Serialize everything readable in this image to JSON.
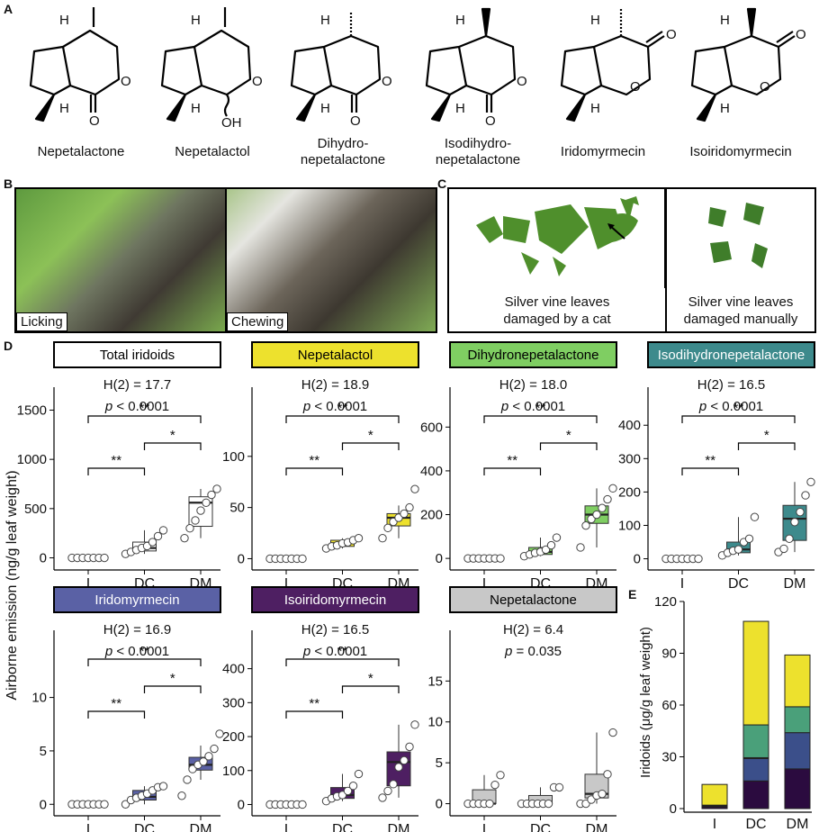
{
  "panel_labels": {
    "a": "A",
    "b": "B",
    "c": "C",
    "d": "D",
    "e": "E"
  },
  "compounds": [
    {
      "name": "Nepetalactone"
    },
    {
      "name": "Nepetalactol"
    },
    {
      "name": "Dihydro-\nnepetalactone"
    },
    {
      "name": "Isodihydro-\nnepetalactone"
    },
    {
      "name": "Iridomyrmecin"
    },
    {
      "name": "Isoiridomyrmecin"
    }
  ],
  "struct_labels": {
    "h": "H",
    "o": "O",
    "oh": "OH"
  },
  "photos_b": {
    "left": "Licking",
    "right": "Chewing"
  },
  "photos_c": {
    "left": "Silver vine leaves\ndamaged by a cat",
    "right": "Silver vine leaves\ndamaged manually"
  },
  "colors": {
    "total": "#ffffff",
    "nepetalactol": "#ede12d",
    "dihydro": "#7fce62",
    "isodihydro": "#3d8a8c",
    "iridomyrmecin": "#5a61a5",
    "isoiridomyrmecin": "#4e1f62",
    "nepetalactone": "#c8c8c8"
  },
  "ylabel_d": "Airborne emission (ng/g leaf weight)",
  "categories": [
    "I",
    "DC",
    "DM"
  ],
  "chart_data": [
    {
      "type": "box",
      "title": "Total iridoids",
      "header_fill": "#ffffff",
      "header_text": "#000000",
      "stat": "H(2) = 17.7",
      "p": "< 0.0001",
      "sig": [
        "**",
        "*",
        "**"
      ],
      "ylim": [
        -50,
        1550
      ],
      "yticks": [
        0,
        500,
        1000,
        1500
      ],
      "boxes": [
        {
          "q1": 0,
          "med": 0,
          "q3": 0,
          "lo": 0,
          "hi": 0
        },
        {
          "q1": 70,
          "med": 100,
          "q3": 160,
          "lo": 40,
          "hi": 280
        },
        {
          "q1": 320,
          "med": 560,
          "q3": 620,
          "lo": 200,
          "hi": 700
        }
      ],
      "points": [
        [
          0,
          0,
          0,
          0,
          0,
          0,
          0
        ],
        [
          40,
          60,
          80,
          100,
          120,
          160,
          220,
          280
        ],
        [
          200,
          300,
          380,
          480,
          560,
          640,
          700
        ]
      ],
      "fill": "#ffffff"
    },
    {
      "type": "box",
      "title": "Nepetalactol",
      "header_fill": "#ede12d",
      "header_text": "#000000",
      "stat": "H(2) = 18.9",
      "p": "< 0.0001",
      "sig": [
        "**",
        "*",
        "**"
      ],
      "ylim": [
        -4,
        150
      ],
      "yticks": [
        0,
        50,
        100
      ],
      "boxes": [
        {
          "q1": 0,
          "med": 0,
          "q3": 0,
          "lo": 0,
          "hi": 0
        },
        {
          "q1": 12,
          "med": 15,
          "q3": 18,
          "lo": 10,
          "hi": 20
        },
        {
          "q1": 32,
          "med": 40,
          "q3": 44,
          "lo": 20,
          "hi": 52
        }
      ],
      "points": [
        [
          0,
          0,
          0,
          0,
          0,
          0,
          0
        ],
        [
          10,
          12,
          13,
          15,
          16,
          18,
          20
        ],
        [
          20,
          30,
          36,
          40,
          44,
          50,
          68
        ]
      ],
      "fill": "#ede12d"
    },
    {
      "type": "box",
      "title": "Dihydronepetalactone",
      "header_fill": "#7fce62",
      "header_text": "#000000",
      "stat": "H(2) = 18.0",
      "p": "< 0.0001",
      "sig": [
        "**",
        "*",
        "**"
      ],
      "ylim": [
        -20,
        700
      ],
      "yticks": [
        0,
        200,
        400,
        600
      ],
      "boxes": [
        {
          "q1": 0,
          "med": 0,
          "q3": 0,
          "lo": 0,
          "hi": 0
        },
        {
          "q1": 18,
          "med": 30,
          "q3": 50,
          "lo": 10,
          "hi": 95
        },
        {
          "q1": 160,
          "med": 200,
          "q3": 240,
          "lo": 50,
          "hi": 320
        }
      ],
      "points": [
        [
          0,
          0,
          0,
          0,
          0,
          0,
          0
        ],
        [
          10,
          18,
          25,
          30,
          40,
          60,
          95
        ],
        [
          50,
          150,
          180,
          200,
          230,
          270,
          320
        ]
      ],
      "fill": "#7fce62"
    },
    {
      "type": "box",
      "title": "Isodihydronepetalactone",
      "header_fill": "#3d8a8c",
      "header_text": "#ffffff",
      "stat": "H(2) = 16.5",
      "p": "< 0.0001",
      "sig": [
        "**",
        "*",
        "**"
      ],
      "ylim": [
        -12,
        460
      ],
      "yticks": [
        0,
        100,
        200,
        300,
        400
      ],
      "boxes": [
        {
          "q1": 0,
          "med": 0,
          "q3": 0,
          "lo": 0,
          "hi": 0
        },
        {
          "q1": 18,
          "med": 28,
          "q3": 50,
          "lo": 10,
          "hi": 125
        },
        {
          "q1": 55,
          "med": 120,
          "q3": 160,
          "lo": 20,
          "hi": 230
        }
      ],
      "points": [
        [
          0,
          0,
          0,
          0,
          0,
          0,
          0
        ],
        [
          10,
          18,
          24,
          28,
          50,
          60,
          125
        ],
        [
          20,
          30,
          60,
          110,
          140,
          190,
          230
        ]
      ],
      "fill": "#3d8a8c"
    },
    {
      "type": "box",
      "title": "Iridomyrmecin",
      "header_fill": "#5a61a5",
      "header_text": "#ffffff",
      "stat": "H(2) = 16.9",
      "p": "< 0.0001",
      "sig": [
        "**",
        "*",
        "**"
      ],
      "ylim": [
        -0.4,
        14.6
      ],
      "yticks": [
        0,
        5,
        10
      ],
      "boxes": [
        {
          "q1": 0,
          "med": 0,
          "q3": 0,
          "lo": 0,
          "hi": 0
        },
        {
          "q1": 0.4,
          "med": 0.7,
          "q3": 1.3,
          "lo": 0,
          "hi": 1.7
        },
        {
          "q1": 3.2,
          "med": 3.7,
          "q3": 4.4,
          "lo": 2.3,
          "hi": 5.5
        }
      ],
      "points": [
        [
          0,
          0,
          0,
          0,
          0,
          0,
          0
        ],
        [
          0,
          0.4,
          0.6,
          0.8,
          1.0,
          1.3,
          1.6,
          1.7
        ],
        [
          0.8,
          2.3,
          3.3,
          3.7,
          4.0,
          4.5,
          5.2,
          6.6
        ]
      ],
      "fill": "#5a61a5"
    },
    {
      "type": "box",
      "title": "Isoiridomyrmecin",
      "header_fill": "#4e1f62",
      "header_text": "#ffffff",
      "stat": "H(2) = 16.5",
      "p": "< 0.0001",
      "sig": [
        "**",
        "*",
        "**"
      ],
      "ylim": [
        -12,
        460
      ],
      "yticks": [
        0,
        100,
        200,
        300,
        400
      ],
      "boxes": [
        {
          "q1": 0,
          "med": 0,
          "q3": 0,
          "lo": 0,
          "hi": 0
        },
        {
          "q1": 18,
          "med": 28,
          "q3": 50,
          "lo": 10,
          "hi": 90
        },
        {
          "q1": 55,
          "med": 125,
          "q3": 155,
          "lo": 20,
          "hi": 235
        }
      ],
      "points": [
        [
          0,
          0,
          0,
          0,
          0,
          0,
          0
        ],
        [
          10,
          18,
          24,
          28,
          40,
          55,
          90
        ],
        [
          20,
          40,
          60,
          110,
          130,
          170,
          235
        ]
      ],
      "fill": "#4e1f62"
    },
    {
      "type": "box",
      "title": "Nepetalactone",
      "header_fill": "#c8c8c8",
      "header_text": "#000000",
      "stat": "H(2) = 6.4",
      "p": "= 0.035",
      "sig": [],
      "ylim": [
        -0.6,
        19
      ],
      "yticks": [
        0,
        5,
        10,
        15
      ],
      "boxes": [
        {
          "q1": 0,
          "med": 0,
          "q3": 1.7,
          "lo": 0,
          "hi": 3.5
        },
        {
          "q1": 0,
          "med": 0,
          "q3": 1.0,
          "lo": 0,
          "hi": 2
        },
        {
          "q1": 0.7,
          "med": 1.2,
          "q3": 3.6,
          "lo": 0,
          "hi": 8.7
        }
      ],
      "points": [
        [
          0,
          0,
          0,
          0,
          0,
          2.3,
          3.5
        ],
        [
          0,
          0,
          0,
          0,
          0,
          0,
          2,
          2
        ],
        [
          0,
          0,
          0.5,
          1,
          1.2,
          3.6,
          8.7
        ]
      ],
      "fill": "#c8c8c8"
    }
  ],
  "chart_e": {
    "type": "bar",
    "stacked": true,
    "ylabel": "Iridoids (μg/g leaf weight)",
    "ylim": [
      0,
      120
    ],
    "yticks": [
      0,
      30,
      60,
      90,
      120
    ],
    "categories": [
      "I",
      "DC",
      "DM"
    ],
    "series": [
      {
        "color": "#2b0b3f",
        "values": [
          1,
          16,
          23
        ]
      },
      {
        "color": "#3b4f8a",
        "values": [
          0.5,
          13,
          21
        ]
      },
      {
        "color": "#3d8a8c",
        "values": [
          0.3,
          0.5,
          0
        ]
      },
      {
        "color": "#4aa07a",
        "values": [
          0.2,
          19,
          15
        ]
      },
      {
        "color": "#7fce62",
        "values": [
          0,
          0,
          0
        ]
      },
      {
        "color": "#ede12d",
        "values": [
          12,
          60,
          30
        ]
      }
    ]
  }
}
